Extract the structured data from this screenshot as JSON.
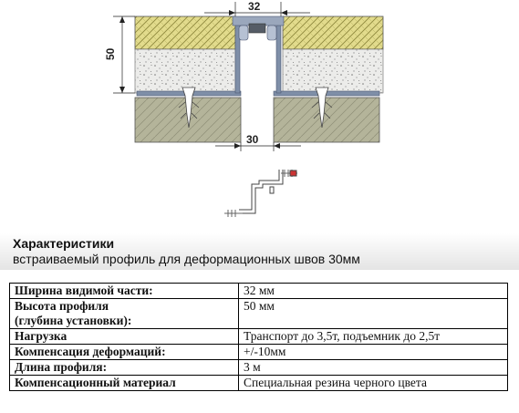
{
  "drawing": {
    "dim_top": "32",
    "dim_side": "50",
    "dim_bottom": "30"
  },
  "heading": {
    "title": "Характеристики",
    "subtitle": "встраиваемый профиль для деформационных швов 30мм"
  },
  "specs": {
    "rows": [
      {
        "key": "Ширина видимой части:",
        "value": "32 мм"
      },
      {
        "key": "Высота профиля\n(глубина установки):",
        "value": "50 мм"
      },
      {
        "key": "Нагрузка",
        "value": "Транспорт до 3,5т, подъемник до 2,5т"
      },
      {
        "key": "Компенсация деформаций:",
        "value": "+/-10мм"
      },
      {
        "key": "Длина профиля:",
        "value": "3 м"
      },
      {
        "key": "Компенсационный материал",
        "value": "Специальная резина черного цвета"
      }
    ]
  }
}
